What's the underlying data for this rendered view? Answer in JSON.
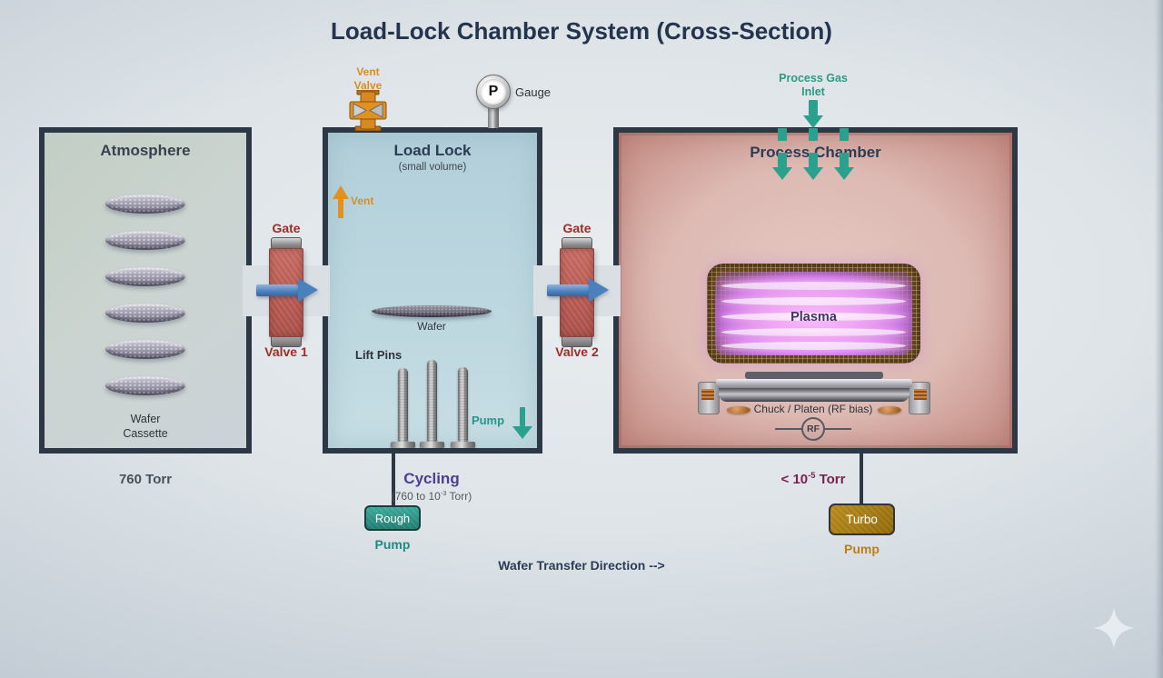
{
  "title": "Load-Lock Chamber System (Cross-Section)",
  "atmosphere": {
    "title": "Atmosphere",
    "cassette_line1": "Wafer",
    "cassette_line2": "Cassette",
    "pressure": "760 Torr",
    "wafer_count": 6
  },
  "load_lock": {
    "title": "Load Lock",
    "subtitle": "(small volume)",
    "vent_arrow_label": "Vent",
    "wafer_label": "Wafer",
    "lift_pins_label": "Lift Pins",
    "pump_arrow_label": "Pump",
    "cycling_title": "Cycling",
    "cycling_base": "(760 to 10",
    "cycling_exp": "-3",
    "cycling_tail": " Torr)"
  },
  "process_chamber": {
    "title": "Process Chamber",
    "gas_inlet_line1": "Process Gas",
    "gas_inlet_line2": "Inlet",
    "plasma_label": "Plasma",
    "chuck_label": "Chuck / Platen (RF bias)",
    "rf_label": "RF",
    "pressure_base": "< 10",
    "pressure_exp": "-5",
    "pressure_tail": " Torr"
  },
  "valve1": {
    "gate": "Gate",
    "name": "Valve 1"
  },
  "valve2": {
    "gate": "Gate",
    "name": "Valve 2"
  },
  "fittings": {
    "vent_valve_line1": "Vent",
    "vent_valve_line2": "Valve",
    "gauge_label": "Gauge",
    "gauge_symbol": "P"
  },
  "pumps": {
    "rough_box": "Rough",
    "rough_label": "Pump",
    "turbo_box": "Turbo",
    "turbo_label": "Pump"
  },
  "footer": {
    "transfer_direction": "Wafer Transfer Direction -->"
  },
  "icons": {
    "vent_valve": "cross-butterfly-valve",
    "gauge": "pressure-gauge-P",
    "gate_arrows": "blue-right-arrow",
    "vent_arrow": "orange-up-arrow",
    "pump_arrow": "teal-down-arrow",
    "gas_arrows": "teal-down-arrows",
    "sparkle": "four-point-star"
  },
  "colors": {
    "chamber_border": "#2c3845",
    "title_text": "#24344d",
    "valve_label": "#9c2d26",
    "valve_body": "#b95b53",
    "gate_arrow": "#4a80bd",
    "vent_orange": "#db8d1e",
    "teal": "#2ba08f",
    "cycling_purple": "#4c3f92",
    "pressure_purple": "#7b2150",
    "rough_teal": "#2d9488",
    "turbo_amber": "#a67c12",
    "plasma_purple": "#c87ae0"
  }
}
